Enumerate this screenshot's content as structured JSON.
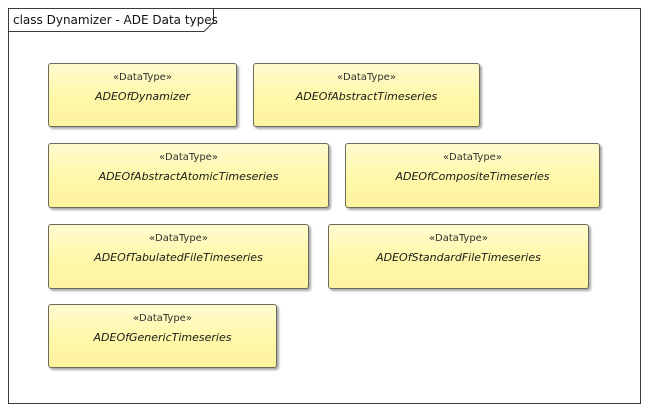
{
  "diagram": {
    "title": "class Dynamizer - ADE Data types",
    "classes": [
      {
        "stereotype": "«DataType»",
        "name": "ADEOfDynamizer"
      },
      {
        "stereotype": "«DataType»",
        "name": "ADEOfAbstractTimeseries"
      },
      {
        "stereotype": "«DataType»",
        "name": "ADEOfAbstractAtomicTimeseries"
      },
      {
        "stereotype": "«DataType»",
        "name": "ADEOfCompositeTimeseries"
      },
      {
        "stereotype": "«DataType»",
        "name": "ADEOfTabulatedFileTimeseries"
      },
      {
        "stereotype": "«DataType»",
        "name": "ADEOfStandardFileTimeseries"
      },
      {
        "stereotype": "«DataType»",
        "name": "ADEOfGenericTimeseries"
      }
    ]
  },
  "colors": {
    "class_fill_top": "#fffbd0",
    "class_fill_bottom": "#fdf3a0",
    "class_border": "#6b6b5a",
    "frame_border": "#3a3a3a"
  }
}
